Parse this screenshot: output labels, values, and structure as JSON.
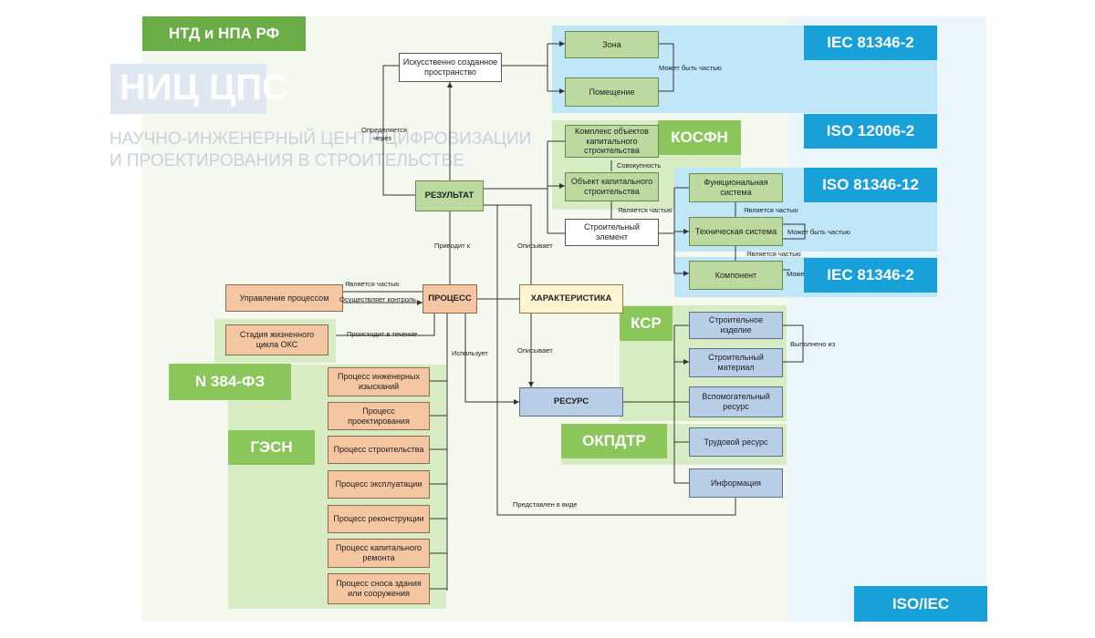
{
  "tags": {
    "ntd": "НТД и НПА РФ",
    "iec1": "IEC 81346-2",
    "iso12006": "ISO 12006-2",
    "iso81346": "ISO 81346-12",
    "iec2": "IEC 81346-2",
    "kosfn": "КОСФН",
    "ksr": "КСР",
    "okpdtr": "ОКПДТР",
    "n384": "N 384-ФЗ",
    "gesn": "ГЭСН",
    "isoiec": "ISO/IEC"
  },
  "watermark": {
    "title": "НИЦ ЦПС",
    "line1": "НАУЧНО-ИНЖЕНЕРНЫЙ ЦЕНТР ЦИФРОВИЗАЦИИ",
    "line2": "И ПРОЕКТИРОВАНИЯ В СТРОИТЕЛЬСТВЕ"
  },
  "nodes": {
    "artificial_space": "Искусственно созданное пространство",
    "zone": "Зона",
    "room": "Помещение",
    "complex": "Комплекс объектов капитального строительства",
    "object": "Объект капитального строительства",
    "building_element": "Строительный элемент",
    "functional_system": "Функциональная система",
    "technical_system": "Техническая система",
    "component": "Компонент",
    "result": "РЕЗУЛЬТАТ",
    "process": "ПРОЦЕСС",
    "characteristic": "ХАРАКТЕРИСТИКА",
    "resource": "РЕСУРС",
    "process_management": "Управление процессом",
    "lifecycle": "Стадия жизненного цикла ОКС",
    "engineering_survey": "Процесс инженерных изысканий",
    "design": "Процесс проектирования",
    "construction": "Процесс строительства",
    "operation": "Процесс эксплуатации",
    "reconstruction": "Процесс реконструкции",
    "overhaul": "Процесс капитального ремонта",
    "demolition": "Процесс сноса здания или сооружения",
    "building_product": "Строительное изделие",
    "building_material": "Строительный материал",
    "auxiliary_resource": "Вспомогательный ресурс",
    "labor_resource": "Трудовой ресурс",
    "information": "Информация"
  },
  "labels": {
    "may_be_part": "Может быть частью",
    "defined_through": "Определяется через",
    "aggregate": "Совокупность",
    "is_part_1": "Является частью",
    "is_part_2": "Является частью",
    "may_be_part_2": "Может быть частью",
    "is_part_3": "Является частью",
    "may_be_part_3": "Може",
    "leads_to": "Приводит к",
    "describes_1": "Описывает",
    "is_part_4": "Является частью",
    "controls": "Осуществляет контроль",
    "occurs_during": "Происходит в течение",
    "describes_2": "Описывает",
    "uses": "Использует",
    "made_of": "Выполнено из",
    "represented_as": "Представлен в виде"
  },
  "colors": {
    "green_node": "#bcd9a0",
    "peach_node": "#f5c6a2",
    "blue_node": "#b8cde6",
    "tag_green": "#6aac46",
    "tag_blue": "#18a0d8",
    "zone_blue": "#bde6f7",
    "zone_green": "#dcefc7"
  }
}
